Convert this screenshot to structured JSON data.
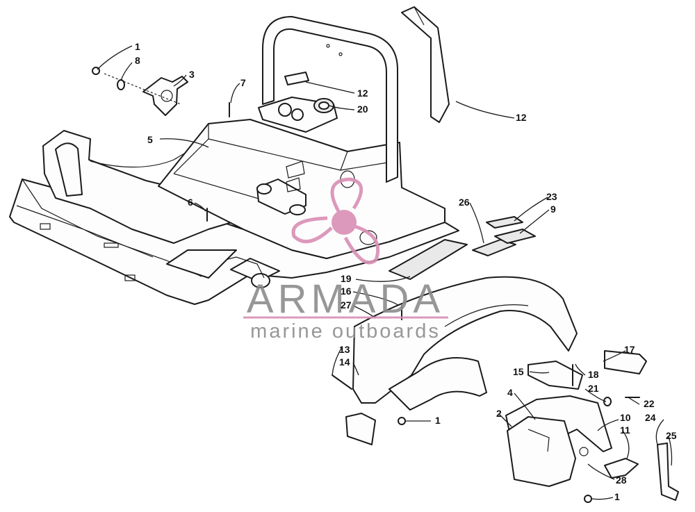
{
  "watermark": {
    "brand": "ARMADA",
    "tagline": "marine outboards",
    "accent_color": "#d98fb4",
    "text_color": "#8c8c8c"
  },
  "callouts": {
    "c1a": "1",
    "c8": "8",
    "c3": "3",
    "c7": "7",
    "c5": "5",
    "c12a": "12",
    "c20": "20",
    "c12b": "12",
    "c6": "6",
    "c26": "26",
    "c23": "23",
    "c9": "9",
    "c19": "19",
    "c16": "16",
    "c27": "27",
    "c13": "13",
    "c14": "14",
    "c17": "17",
    "c15": "15",
    "c18": "18",
    "c21": "21",
    "c22": "22",
    "c4": "4",
    "c2": "2",
    "c10": "10",
    "c24": "24",
    "c11": "11",
    "c25": "25",
    "c1b": "1",
    "c28": "28",
    "c1c": "1"
  }
}
